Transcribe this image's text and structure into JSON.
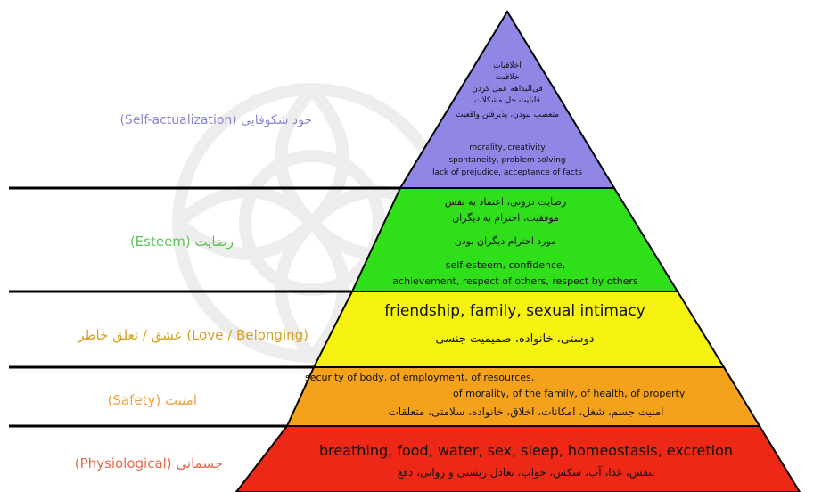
{
  "colors": {
    "self_actualization": "#8f86e6",
    "esteem": "#2fdf1a",
    "love": "#f6f210",
    "safety": "#f4a21b",
    "physiological": "#ee2816",
    "watermark": "#e9e9e9",
    "label_purple": "#8888cc",
    "label_green": "#5fc35a",
    "label_orange": "#ef9f41",
    "label_yellow": "#d6a21c",
    "label_red": "#e86a4e"
  },
  "levels": {
    "self_actualization": {
      "label": "(Self-actualization) خود شکوفایی",
      "fa_lines": [
        "اخلاقیات",
        "خلاقیت",
        "فی‌البداهه عمل کردن",
        "قابلیت حل مشکلات",
        "متعصب نبودن، پذیرفتن واقعیت"
      ],
      "en_lines": [
        "morality, creativity",
        "spontaneity, problem solving",
        "lack of prejudice, acceptance of facts"
      ]
    },
    "esteem": {
      "label": "(Esteem) رضایت",
      "fa_lines": [
        "رضایت درونی، اعتماد به نفس",
        "موفقیت، احترام به دیگران",
        "مورد احترام دیگران بودن"
      ],
      "en_lines": [
        "self-esteem, confidence,",
        "achievement, respect of others, respect by others"
      ]
    },
    "love": {
      "label": "عشق / تعلق خاطر  (Love / Belonging)",
      "en_line": "friendship, family, sexual intimacy",
      "fa_line": "دوستی، خانواده، صمیمیت جنسی"
    },
    "safety": {
      "label": "(Safety) امنیت",
      "en_line1": "security of body, of employment, of resources,",
      "en_line2": "of morality, of the family, of health, of property",
      "fa_line": "امنیت جسم، شغل، امکانات، اخلاق، خانواده، سلامتی، متعلقات"
    },
    "physiological": {
      "label": "(Physiological) جسمانی",
      "en_line": "breathing, food, water, sex, sleep, homeostasis, excretion",
      "fa_line": "تنفس، غذا، آب، سکس، خواب، تعادل زیستی و روانی، دفع"
    }
  }
}
